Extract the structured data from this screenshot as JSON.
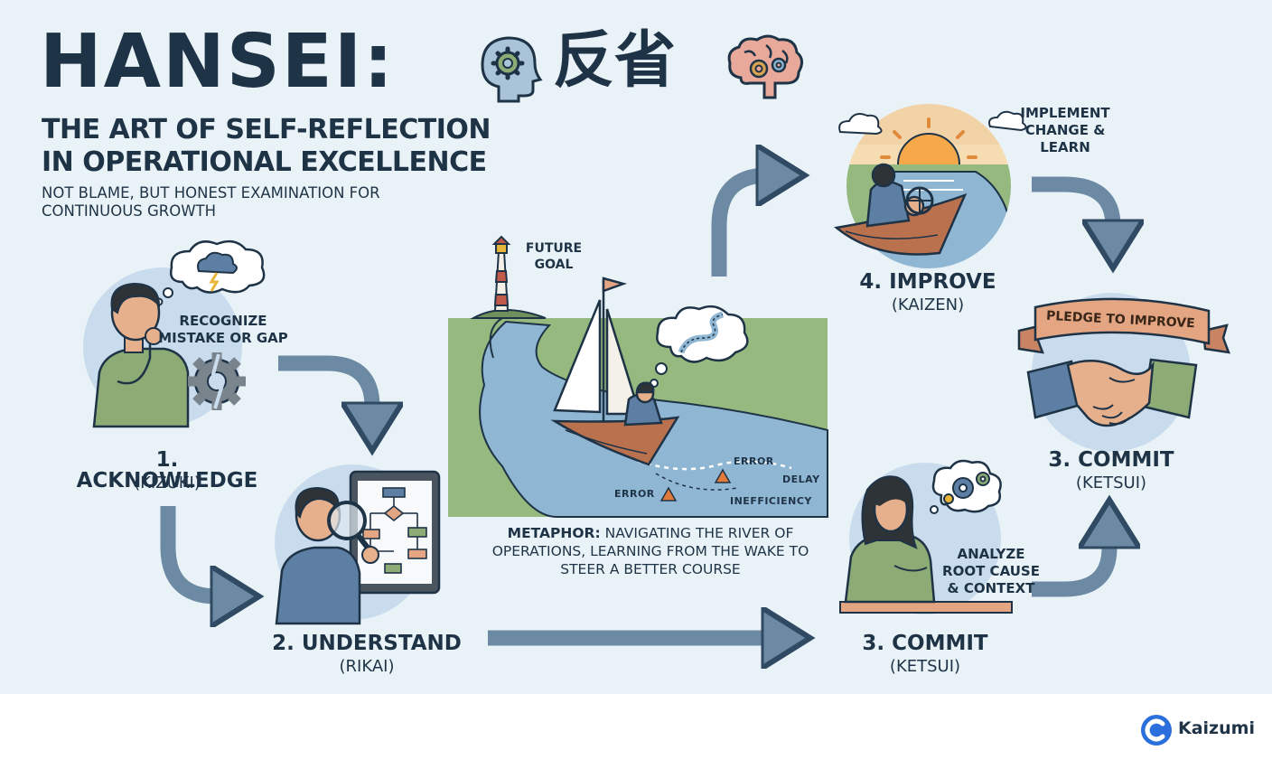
{
  "header": {
    "title": "HANSEI:",
    "kanji": "反省",
    "subtitle_line1": "THE ART OF SELF-REFLECTION",
    "subtitle_line2": "IN OPERATIONAL EXCELLENCE",
    "tagline": "NOT BLAME, BUT HONEST EXAMINATION FOR CONTINUOUS GROWTH"
  },
  "steps": {
    "acknowledge": {
      "label": "1. ACKNOWLEDGE",
      "sub": "(KIZUKI)",
      "note_line1": "RECOGNIZE",
      "note_line2": "MISTAKE OR GAP"
    },
    "understand": {
      "label": "2. UNDERSTAND",
      "sub": "(RIKAI)"
    },
    "commit_bottom": {
      "label": "3. COMMIT",
      "sub": "(KETSUI)",
      "note_line1": "ANALYZE",
      "note_line2": "ROOT CAUSE",
      "note_line3": "& CONTEXT"
    },
    "improve": {
      "label": "4. IMPROVE",
      "sub": "(KAIZEN)",
      "note_line1": "IMPLEMENT",
      "note_line2": "CHANGE &",
      "note_line3": "LEARN"
    },
    "commit_right": {
      "label": "3. COMMIT",
      "sub": "(KETSUI)",
      "banner": "PLEDGE TO IMPROVE"
    }
  },
  "river": {
    "goal_line1": "FUTURE",
    "goal_line2": "GOAL",
    "tags": [
      "ERROR",
      "DELAY",
      "ERROR",
      "INEFFICIENCY"
    ],
    "metaphor_label": "METAPHOR:",
    "metaphor_text": " NAVIGATING THE RIVER OF OPERATIONS, LEARNING FROM THE WAKE TO STEER A BETTER COURSE"
  },
  "footer": {
    "brand": "Kaizumi"
  },
  "colors": {
    "background": "#e9f3f7",
    "ink": "#1f3347",
    "arrow": "#6c8aa3",
    "circle": "#c9dced",
    "grass": "#95b97e",
    "water": "#8fb6d3",
    "shirt_green": "#8cab75",
    "shirt_blue": "#5d7fa3",
    "boat": "#b9714e",
    "banner": "#e3a582",
    "brand_blue": "#2a6fdb"
  }
}
